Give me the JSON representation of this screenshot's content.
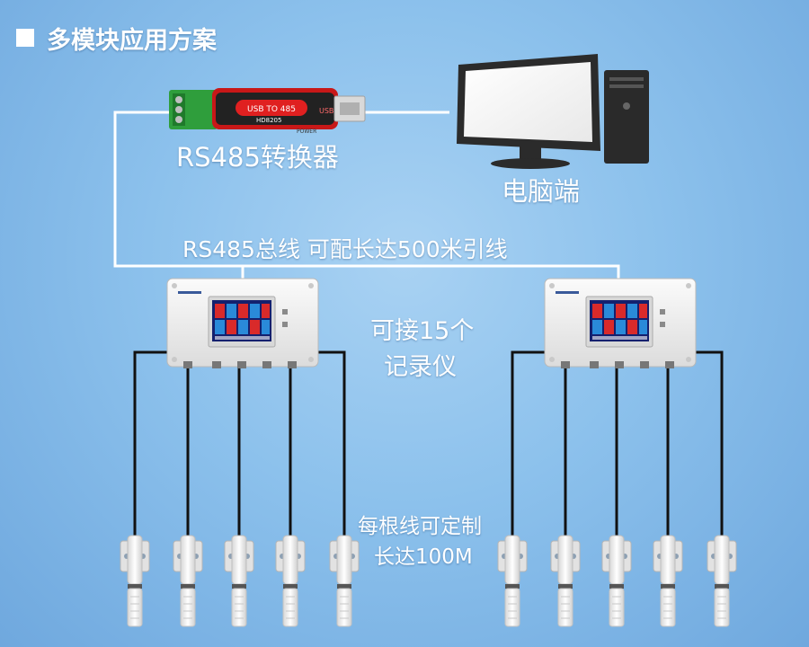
{
  "title": "多模块应用方案",
  "converter": {
    "label": "RS485转换器",
    "body_text": "USB TO 485",
    "brand_text": "HD8205",
    "usb_text": "USB",
    "power_text": "POWER"
  },
  "computer": {
    "label": "电脑端"
  },
  "bus": {
    "label": "RS485总线 可配长达500米引线"
  },
  "recorders": {
    "line1": "可接15个",
    "line2": "记录仪",
    "count_shown": 2,
    "sensors_per_recorder": 5
  },
  "cable": {
    "line1": "每根线可定制",
    "line2": "长达100M"
  },
  "colors": {
    "background": "#8cc1ec",
    "wire": "#ffffff",
    "cable": "#111111",
    "converter_red": "#d01818",
    "terminal_green": "#2f9e3c",
    "screen_blue": "#1a2f8a"
  },
  "icons": [
    "usb-converter-icon",
    "desktop-computer-icon",
    "data-recorder-icon",
    "sensor-probe-icon"
  ]
}
